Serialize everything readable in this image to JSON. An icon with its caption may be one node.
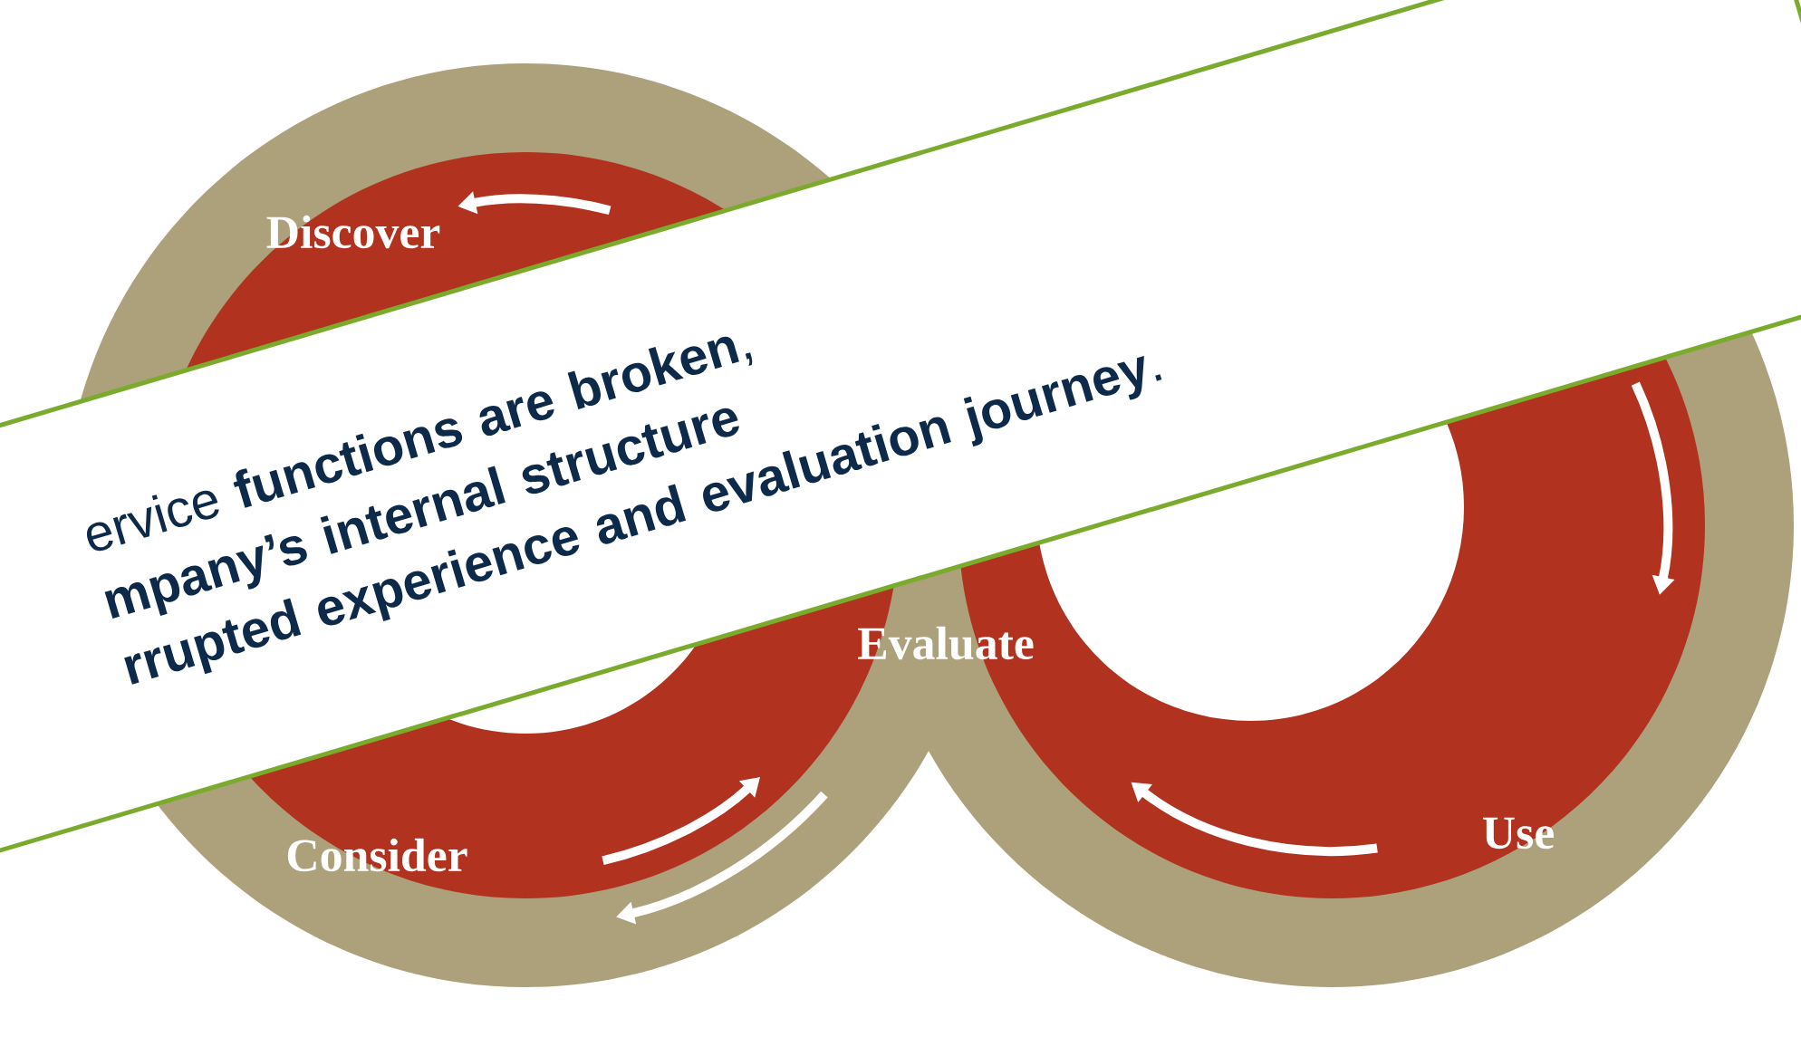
{
  "diagram": {
    "nodes": [
      {
        "text": [
          "ervice **functions are broken**,",
          "**mpany’s internal structure**",
          "**rrupted experience and evaluation journey**."
        ]
      }
    ],
    "labels": [
      "Discover",
      "Evaluate",
      "Consider",
      "Use"
    ]
  }
}
